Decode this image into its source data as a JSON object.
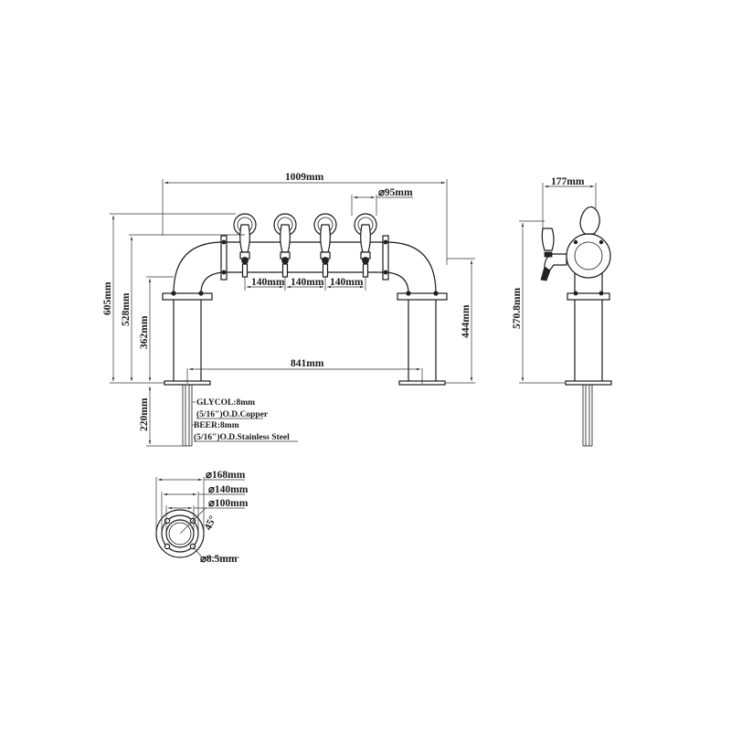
{
  "front_view": {
    "overall_width": "1009mm",
    "tap_spacing_1": "140mm",
    "tap_spacing_2": "140mm",
    "tap_spacing_3": "140mm",
    "medallion_diameter": "⌀95mm",
    "base_span": "841mm",
    "total_height": "605mm",
    "faucet_height": "528mm",
    "column_height": "362mm",
    "arch_height": "444mm",
    "shank_length": "220mm"
  },
  "lines_note": {
    "glycol_label": "GLYCOL:8mm",
    "glycol_spec": "(5/16\")O.D.Copper",
    "beer_label": "BEER:8mm",
    "beer_spec": "(5/16\")O.D.Stainless Steel"
  },
  "side_view": {
    "depth": "177mm",
    "height": "570.8mm"
  },
  "base_flange": {
    "outer_diameter": "⌀168mm",
    "bolt_circle": "⌀140mm",
    "inner_diameter": "⌀100mm",
    "bolt_angle": "45°",
    "hole_diameter": "⌀8.5mm"
  }
}
